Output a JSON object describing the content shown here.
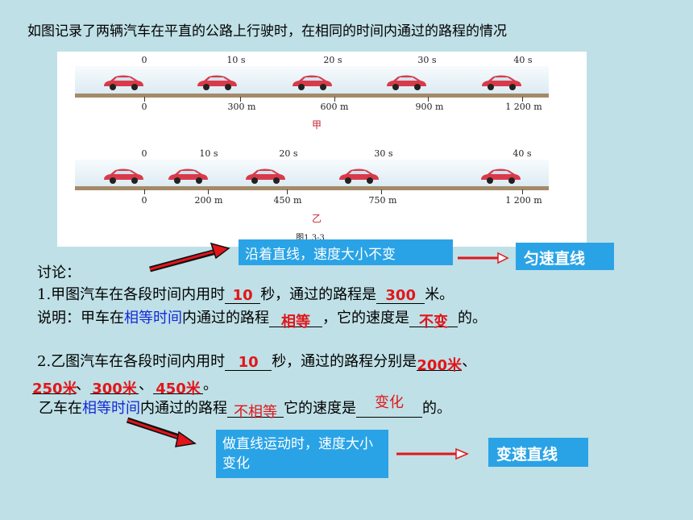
{
  "title": "如图记录了两辆汽车在平直的公路上行驶时，在相同的时间内通过的路程的情况",
  "figure": {
    "jia": {
      "times": [
        "0",
        "10 s",
        "20 s",
        "30 s",
        "40 s"
      ],
      "distances": [
        "0",
        "300 m",
        "600 m",
        "900 m",
        "1 200 m"
      ],
      "label": "甲"
    },
    "yi": {
      "times": [
        "0",
        "10 s",
        "20 s",
        "30 s",
        "40 s"
      ],
      "distances": [
        "0",
        "200 m",
        "450 m",
        "750 m",
        "1 200 m"
      ],
      "label": "乙"
    },
    "caption": "图1.3-3"
  },
  "callout_top": "沿着直线，速度大小不变",
  "result_top": "匀速直线",
  "discussion": "讨论：",
  "q1": {
    "prefix": "1.甲图汽车在各段时间内用时",
    "ans_time": "10",
    "mid": "秒，通过的路程是",
    "ans_dist": "300",
    "suffix": "米。"
  },
  "explain": {
    "prefix": "说明：甲车在",
    "blue": "相等时间",
    "mid": "内通过的路程",
    "ans1": "相等",
    "mid2": "，它的速度是",
    "ans2": "不变",
    "suffix": "的。"
  },
  "q2": {
    "prefix": "2.乙图汽车在各段时间内用时",
    "ans_time": "10",
    "mid": "秒，通过的路程分别是",
    "ans_d1": "200米",
    "sep": "、",
    "ans_d2": "250米",
    "ans_d3": "300米",
    "ans_d4": "450米",
    "end": "。"
  },
  "yi_line": {
    "prefix": "乙车在",
    "blue": "相等时间",
    "mid": "内通过的路程",
    "ans1": "不相等",
    "mid2": "它的速度是",
    "ans2": "变化",
    "suffix": "的。"
  },
  "callout_bottom": "做直线运动时，速度大小变化",
  "result_bottom": "变速直线"
}
